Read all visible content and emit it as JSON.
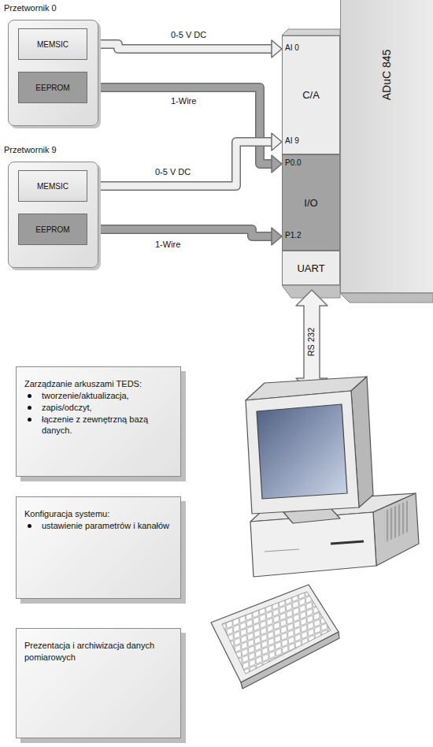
{
  "diagram": {
    "nodes": [
      {
        "text": [
          "Przetwornik 0"
        ]
      },
      {
        "text": [
          "MEMSIC"
        ],
        "in": 0
      },
      {
        "text": [
          "EEPROM"
        ],
        "in": 0
      },
      {
        "text": [
          "Przetwornik 9"
        ]
      },
      {
        "text": [
          "MEMSIC"
        ],
        "in": 3
      },
      {
        "text": [
          "EEPROM"
        ],
        "in": 3
      },
      {
        "text": [
          "ADuC 845"
        ]
      },
      {
        "text": [
          "C/A"
        ]
      },
      {
        "text": [
          "I/O"
        ]
      },
      {
        "text": [
          "UART"
        ]
      },
      {
        "text": [
          "Zarządzanie arkuszami TEDS:",
          "tworzenie/aktualizacja,",
          "zapis/odczyt,",
          "łączenie z zewnętrzną bazą danych."
        ]
      },
      {
        "text": [
          "Konfiguracja systemu:",
          "ustawienie parametrów i kanałów"
        ]
      },
      {
        "text": [
          "Prezentacja i archiwizacja danych pomiarowych"
        ]
      }
    ],
    "edges": [
      {
        "from": 1,
        "to": 7,
        "label": "0-5 V DC",
        "arrow": "to"
      },
      {
        "from": 2,
        "to": 8,
        "label": "1-Wire",
        "arrow": "both"
      },
      {
        "from": 4,
        "to": 7,
        "label": "0-5 V DC",
        "arrow": "to"
      },
      {
        "from": 5,
        "to": 8,
        "label": "1-Wire",
        "arrow": "both"
      }
    ],
    "labels": [
      "AI 0",
      "AI 9",
      "P0.0",
      "P1.2",
      "RS 232"
    ]
  }
}
